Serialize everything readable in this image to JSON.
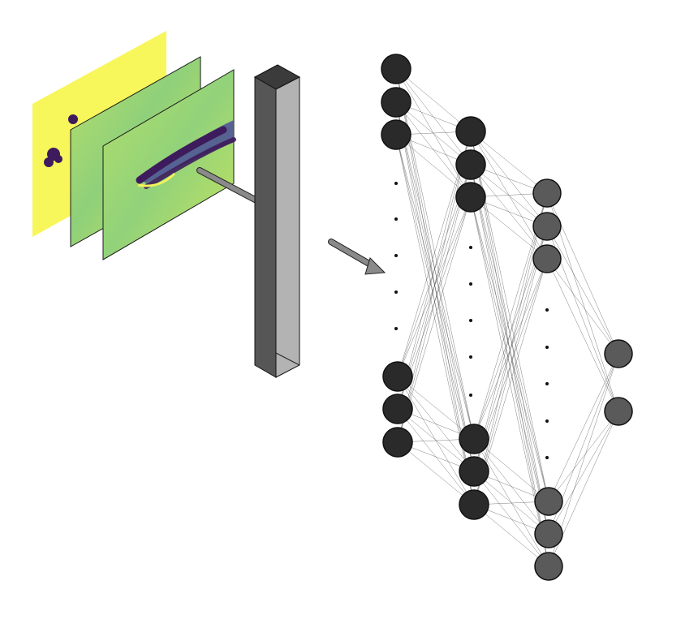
{
  "diagram": {
    "description_elements": {
      "input_field_maps": [
        {
          "name": "field-map-1",
          "style": "yellow-with-dark-blobs"
        },
        {
          "name": "field-map-2",
          "style": "green-gradient-wake"
        },
        {
          "name": "field-map-3",
          "style": "green-gradient-wake-strong"
        }
      ],
      "flatten_bar": {
        "name": "flattened-vector"
      },
      "network": {
        "layers": [
          {
            "name": "input-layer",
            "top_nodes": 3,
            "bottom_nodes": 3,
            "color": "#2a2a2a"
          },
          {
            "name": "hidden-layer-1",
            "top_nodes": 3,
            "bottom_nodes": 3,
            "color": "#2a2a2a"
          },
          {
            "name": "hidden-layer-2",
            "top_nodes": 3,
            "bottom_nodes": 3,
            "color": "#5a5a5a"
          },
          {
            "name": "output-layer",
            "top_nodes": 2,
            "bottom_nodes": 0,
            "color": "#5a5a5a"
          }
        ]
      }
    },
    "colors": {
      "yellow": "#f7f65b",
      "green": "#a9dc6b",
      "dark_blob": "#3d1b5c",
      "bar_dark": "#565656",
      "bar_light": "#b3b3b3",
      "arrow": "#8a8a8a"
    }
  }
}
